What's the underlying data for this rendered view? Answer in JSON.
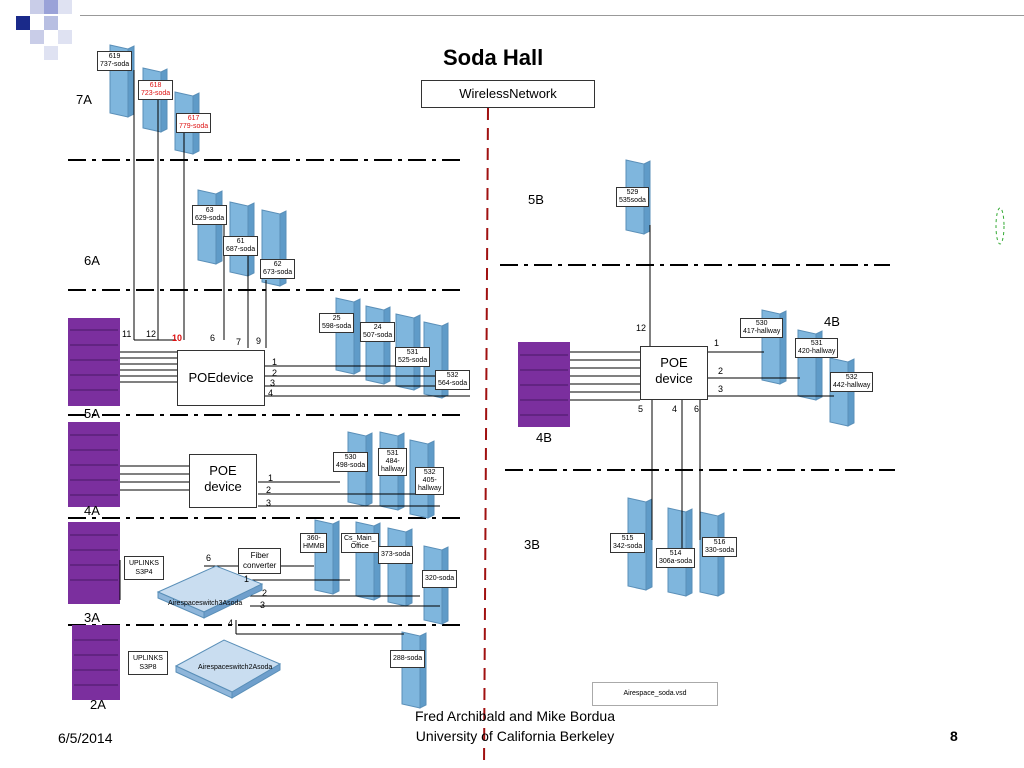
{
  "title": "Soda Hall",
  "network_box": "WirelessNetwork",
  "floors": {
    "f7A": "7A",
    "f6A": "6A",
    "f5A": "5A",
    "f4A": "4A",
    "f3A": "3A",
    "f2A": "2A",
    "f5B": "5B",
    "f4B": "4B",
    "f4B2": "4B",
    "f3B": "3B"
  },
  "aps": {
    "a619": [
      "619",
      "737-soda"
    ],
    "a618": [
      "618",
      "723-soda"
    ],
    "a617": [
      "617",
      "779-soda"
    ],
    "a63": [
      "63",
      "629-soda"
    ],
    "a61": [
      "61",
      "687-soda"
    ],
    "a62": [
      "62",
      "673-soda"
    ],
    "a25": [
      "25",
      "598-soda"
    ],
    "a24": [
      "24",
      "507-soda"
    ],
    "a531": [
      "531",
      "525-soda"
    ],
    "a532": [
      "532",
      "564-soda"
    ],
    "a530b": [
      "530",
      "498-soda"
    ],
    "a531b": [
      "531",
      "484-",
      "hallway"
    ],
    "a532b": [
      "532",
      "405-",
      "hallway"
    ],
    "a360": [
      "360-",
      "HMMB"
    ],
    "acs": [
      "Cs_Main_",
      "Office"
    ],
    "a373": [
      "373-soda"
    ],
    "a320": [
      "320-soda"
    ],
    "a288": [
      "288-soda"
    ],
    "a529": [
      "529",
      "535soda"
    ],
    "a530r": [
      "530",
      "417-hallway"
    ],
    "a531r": [
      "531",
      "420-hallway"
    ],
    "a532r": [
      "532",
      "442-hallway"
    ],
    "a515": [
      "515",
      "342-soda"
    ],
    "a514": [
      "514",
      "306a-soda"
    ],
    "a516": [
      "516",
      "330-soda"
    ]
  },
  "devices": {
    "poe5a": "POEdevice",
    "poe4a_l1": "POE",
    "poe4a_l2": "device",
    "poer_l1": "POE",
    "poer_l2": "device",
    "fiber_l1": "Fiber",
    "fiber_l2": "converter",
    "uplinks3_l1": "UPLINKS",
    "uplinks3_l2": "S3P4",
    "uplinks2_l1": "UPLINKS",
    "uplinks2_l2": "S3P8",
    "switch3": "Airespaceswitch3Asoda",
    "switch2": "Airespaceswitch2Asoda"
  },
  "ports": {
    "p11": "11",
    "p12": "12",
    "p10": "10",
    "p6": "6",
    "p7": "7",
    "p9": "9",
    "p5a1": "1",
    "p5a2": "2",
    "p5a3": "3",
    "p5a4": "4",
    "p4a1": "1",
    "p4a2": "2",
    "p4a3": "3",
    "p3a6": "6",
    "p3a1": "1",
    "p3a2": "2",
    "p3a3": "3",
    "p3a4": "4",
    "pr12": "12",
    "pr1": "1",
    "pr2": "2",
    "pr3": "3",
    "pr5": "5",
    "pr4": "4",
    "pr6": "6"
  },
  "legend_file": "Airespace_soda.vsd",
  "footer": {
    "date": "6/5/2014",
    "author": "Fred Archibald and Mike Bordua",
    "org": "University of California Berkeley",
    "page": "8"
  },
  "colors": {
    "rack": "#7b2f9e",
    "ap_blue": "#7fb6dd",
    "red_divider": "#a01010"
  }
}
